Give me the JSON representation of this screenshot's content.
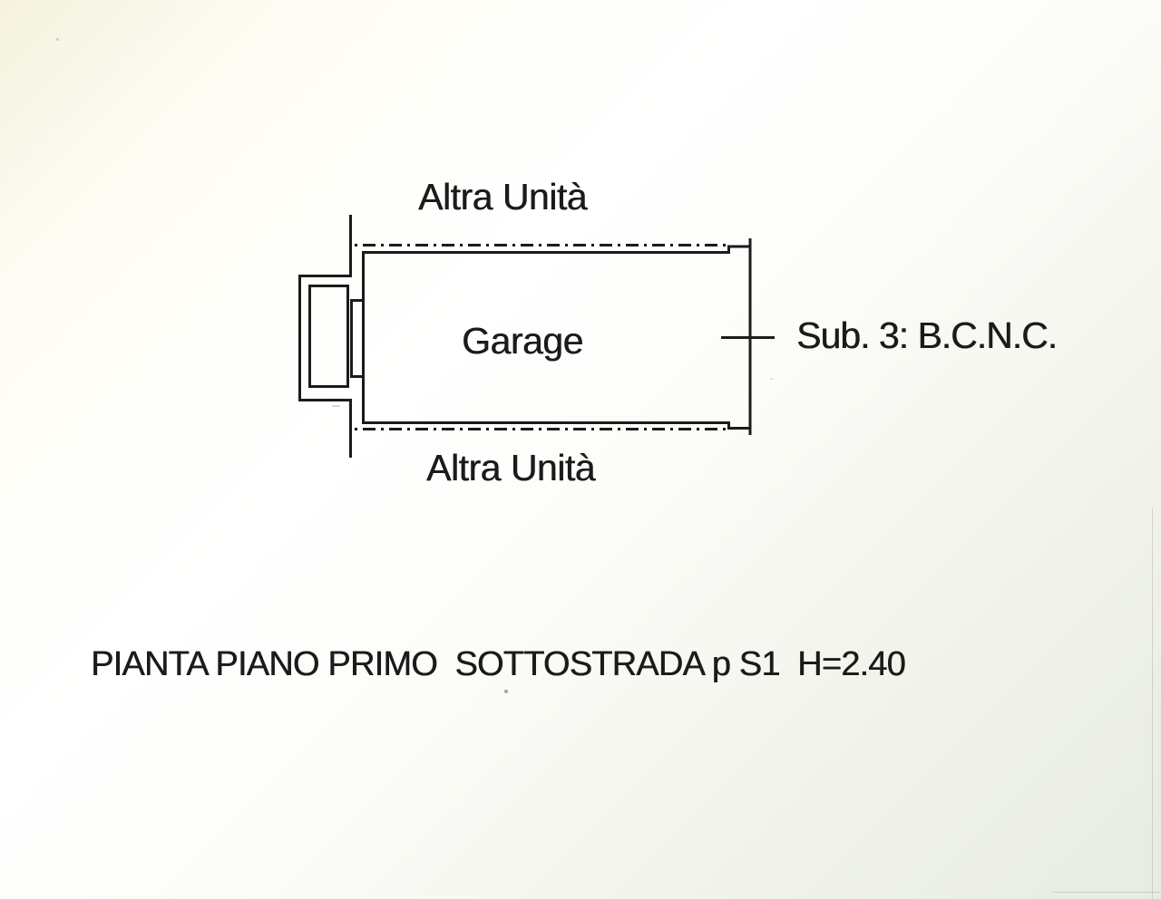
{
  "colors": {
    "ink": "#1b1b1b",
    "paper": "#ffffff",
    "paper_cream": "#f5f2de",
    "paper_shadow": "#e7ebe3"
  },
  "plan": {
    "label_adjacent_top": "Altra Unità",
    "label_room": "Garage",
    "label_adjacent_bottom": "Altra Unità",
    "label_subaltern": "Sub. 3: B.C.N.C.",
    "caption": "PIANTA PIANO PRIMO  SOTTOSTRADA p S1  H=2.40"
  }
}
